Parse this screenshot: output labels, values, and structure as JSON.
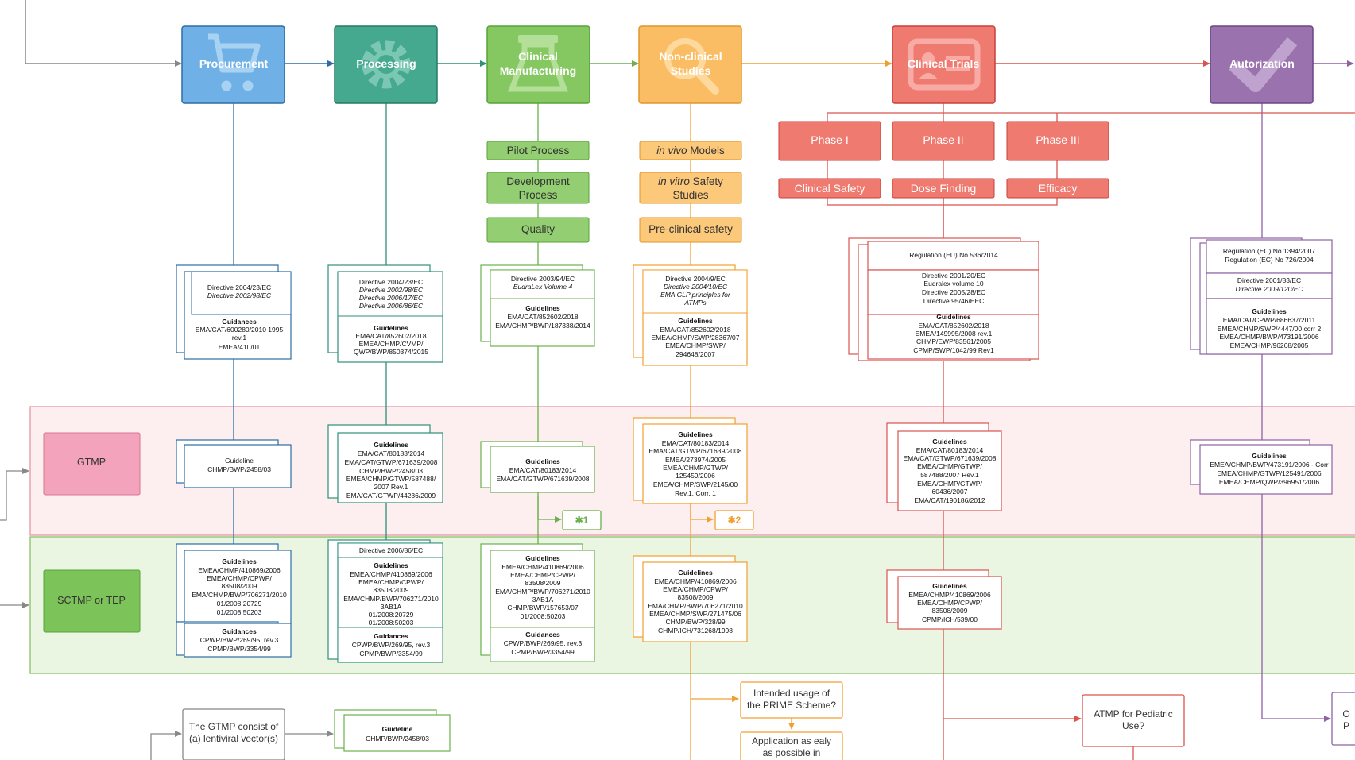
{
  "colors": {
    "procurement": "#5b9bd5",
    "processing": "#3fa58a",
    "clinical_manufacturing": "#7cc35a",
    "non_clinical": "#f5a83a",
    "clinical_trials": "#e35a50",
    "autorization": "#8e62a3",
    "gtmp_band": "#fdeef0",
    "sctmp_band": "#eaf5e2"
  },
  "stages": {
    "procurement": {
      "title": "Procurement",
      "icon": "cart-icon"
    },
    "processing": {
      "title": "Processing",
      "icon": "gear-icon"
    },
    "clinical_manufacturing": {
      "title_l1": "Clinical",
      "title_l2": "Manufacturing",
      "icon": "flask-icon"
    },
    "non_clinical": {
      "title_l1": "Non-clinical",
      "title_l2": "Studies",
      "icon": "magnifier-icon"
    },
    "clinical_trials": {
      "title": "Clinical Trials",
      "icon": "id-card-icon"
    },
    "autorization": {
      "title": "Autorization",
      "icon": "check-icon"
    }
  },
  "manufacturing_steps": [
    {
      "l1": "Pilot Process"
    },
    {
      "l1": "Development",
      "l2": "Process"
    },
    {
      "l1": "Quality"
    }
  ],
  "nonclinical_steps": [
    {
      "italic": "in vivo",
      "rest": " Models"
    },
    {
      "italic": "in vitro",
      "rest": " Safety",
      "l2": "Studies"
    },
    {
      "l1": "Pre-clinical safety"
    }
  ],
  "phases": [
    "Phase I",
    "Phase II",
    "Phase III"
  ],
  "phase_goals": [
    "Clinical Safety",
    "Dose Finding",
    "Efficacy"
  ],
  "categories": {
    "gtmp": "GTMP",
    "sctmp": "SCTMP or TEP"
  },
  "general_docs": {
    "procurement": {
      "top": [
        "Directive 2004/23/EC",
        "Directive 2002/98/EC"
      ],
      "heading": "Guidances",
      "items": [
        "EMA/CAT/600280/2010 1995",
        "rev.1",
        "EMEA/410/01"
      ]
    },
    "processing": {
      "top": [
        "Directive 2004/23/EC",
        "Directive 2002/98/EC",
        "Directive 2006/17/EC",
        "Directive 2006/86/EC"
      ],
      "heading": "Guidelines",
      "items": [
        "EMA/CAT/852602/2018",
        "EMEA/CHMP/CVMP/",
        "QWP/BWP/850374/2015"
      ]
    },
    "clinical_manufacturing": {
      "top": [
        "Directive 2003/94/EC",
        "EudraLex Volume 4"
      ],
      "heading": "Guidelines",
      "items": [
        "EMA/CAT/852602/2018",
        "EMA/CHMP/BWP/187338/2014"
      ]
    },
    "non_clinical": {
      "top": [
        "Directive 2004/9/EC",
        "Directive 2004/10/EC",
        "EMA GLP principles for",
        "ATMPs"
      ],
      "heading": "Guidelines",
      "items": [
        "EMA/CAT/852602/2018",
        "EMEA/CHMP/SWP/28367/07",
        "EMEA/CHMP/SWP/",
        "294648/2007"
      ]
    },
    "clinical_trials": {
      "header": "Regulation (EU) No 536/2014",
      "top": [
        "Directive 2001/20/EC",
        "Eudralex volume 10",
        "Directive 2005/28/EC",
        "Directive 95/46/EEC"
      ],
      "heading": "Guidelines",
      "items": [
        "EMA/CAT/852602/2018",
        "EMEA/149995/2008 rev.1",
        "CHMP/EWP/83561/2005",
        "CPMP/SWP/1042/99 Rev1"
      ]
    },
    "autorization": {
      "header": [
        "Regulation (EC) No 1394/2007",
        "Regulation (EC) No 726/2004"
      ],
      "top": [
        "Directive 2001/83/EC",
        "Directive 2009/120/EC"
      ],
      "heading": "Guidelines",
      "items": [
        "EMA/CAT/CPWP/686637/2011",
        "EMEA/CHMP/SWP/4447/00 corr 2",
        "EMEA/CHMP/BWP/473191/2006",
        "EMEA/CHMP/96268/2005"
      ]
    }
  },
  "gtmp_docs": {
    "procurement": {
      "heading": "Guideline",
      "items": [
        "CHMP/BWP/2458/03"
      ]
    },
    "processing": {
      "heading": "Guidelines",
      "items": [
        "EMA/CAT/80183/2014",
        "EMA/CAT/GTWP/671639/2008",
        "CHMP/BWP/2458/03",
        "EMEA/CHMP/GTWP/587488/",
        "2007 Rev.1",
        "EMA/CAT/GTWP/44236/2009"
      ]
    },
    "clinical_manufacturing": {
      "heading": "Guidelines",
      "items": [
        "EMA/CAT/80183/2014",
        "EMA/CAT/GTWP/671639/2008"
      ]
    },
    "non_clinical": {
      "heading": "Guidelines",
      "items": [
        "EMA/CAT/80183/2014",
        "EMA/CAT/GTWP/671639/2008",
        "EMEA/273974/2005",
        "EMEA/CHMP/GTWP/",
        "125459/2006",
        "EMEA/CHMP/SWP/2145/00",
        "Rev.1, Corr. 1"
      ]
    },
    "clinical_trials": {
      "heading": "Guidelines",
      "items": [
        "EMA/CAT/80183/2014",
        "EMA/CAT/GTWP/671639/2008",
        "EMEA/CHMP/GTWP/",
        "587488/2007 Rev.1",
        "EMEA/CHMP/GTWP/",
        "60436/2007",
        "EMA/CAT/190186/2012"
      ]
    },
    "autorization": {
      "heading": "Guidelines",
      "items": [
        "EMEA/CHMP/BWP/473191/2006 - Corr",
        "EMEA/CHMP/GTWP/125491/2006",
        "EMEA/CHMP/QWP/396951/2006"
      ]
    }
  },
  "refs": [
    "✱1",
    "✱2"
  ],
  "sctmp_docs": {
    "procurement": {
      "heading": "Guidelines",
      "items": [
        "EMEA/CHMP/410869/2006",
        "EMEA/CHMP/CPWP/",
        "83508/2009",
        "EMA/CHMP/BWP/706271/2010",
        "01/2008:20729",
        "01/2008:50203"
      ],
      "heading2": "Guidances",
      "items2": [
        "CPWP/BWP/269/95, rev.3",
        "CPMP/BWP/3354/99"
      ]
    },
    "processing": {
      "top": "Directive 2006/86/EC",
      "heading": "Guidelines",
      "items": [
        "EMEA/CHMP/410869/2006",
        "EMEA/CHMP/CPWP/",
        "83508/2009",
        "EMA/CHMP/BWP/706271/2010",
        "3AB1A",
        "01/2008:20729",
        "01/2008:50203"
      ],
      "heading2": "Guidances",
      "items2": [
        "CPWP/BWP/269/95, rev.3",
        "CPMP/BWP/3354/99"
      ]
    },
    "clinical_manufacturing": {
      "heading": "Guidelines",
      "items": [
        "EMEA/CHMP/410869/2006",
        "EMEA/CHMP/CPWP/",
        "83508/2009",
        "EMA/CHMP/BWP/706271/2010",
        "3AB1A",
        "CHMP/BWP/157653/07",
        "01/2008:50203"
      ],
      "heading2": "Guidances",
      "items2": [
        "CPWP/BWP/269/95, rev.3",
        "CPMP/BWP/3354/99"
      ]
    },
    "non_clinical": {
      "heading": "Guidelines",
      "items": [
        "EMEA/CHMP/410869/2006",
        "EMEA/CHMP/CPWP/",
        "83508/2009",
        "EMA/CHMP/BWP/706271/2010",
        "EMEA/CHMP/SWP/271475/06",
        "CHMP/BWP/328/99",
        "CHMP/ICH/731268/1998"
      ]
    },
    "clinical_trials": {
      "heading": "Guidelines",
      "items": [
        "EMEA/CHMP/410869/2006",
        "EMEA/CHMP/CPWP/",
        "83508/2009",
        "CPMP/ICH/539/00"
      ]
    }
  },
  "notes": {
    "gtmp_consist": [
      "The GTMP consist of",
      "(a) lentiviral vector(s)"
    ],
    "lentiviral_guideline": {
      "heading": "Guideline",
      "items": [
        "CHMP/BWP/2458/03"
      ]
    },
    "prime": [
      "Intended usage of",
      "the PRIME Scheme?"
    ],
    "application": [
      "Application as ealy",
      "as possible in"
    ],
    "pediatric": [
      "ATMP for Pediatric",
      "Use?"
    ],
    "edge_partial": [
      "O",
      "P"
    ]
  }
}
